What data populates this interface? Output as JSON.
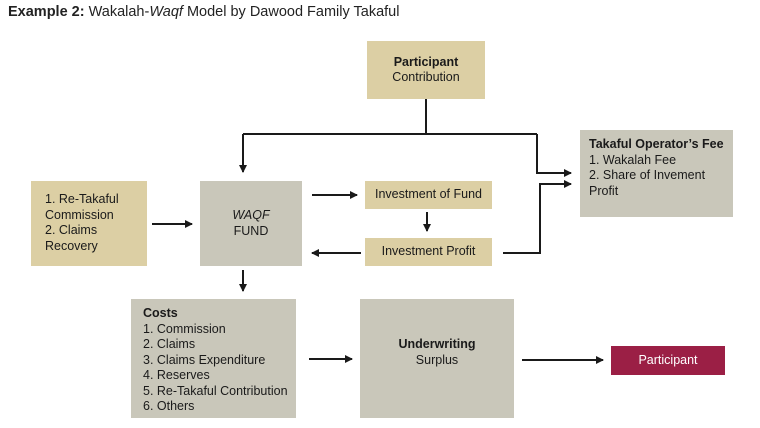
{
  "title": {
    "prefix": "Example 2:",
    "part1": "Wakalah-",
    "italic": "Waqf",
    "part2": " Model by Dawood Family Takaful"
  },
  "nodes": {
    "participant_contribution": {
      "line1": "Participant",
      "line2": "Contribution"
    },
    "takaful_fee": {
      "heading": "Takaful Operator’s Fee",
      "items": [
        "1. Wakalah Fee",
        "2. Share of Invement",
        "Profit"
      ]
    },
    "retakaful": {
      "lines": [
        "1. Re-Takaful",
        "Commission",
        "2. Claims",
        "Recovery"
      ]
    },
    "waqf_fund": {
      "line1": "WAQF",
      "line2": "FUND"
    },
    "investment_of_fund": "Investment of Fund",
    "investment_profit": "Investment Profit",
    "costs": {
      "heading": "Costs",
      "items": [
        "1. Commission",
        "2. Claims",
        "3. Claims Expenditure",
        "4. Reserves",
        "5. Re-Takaful Contribution",
        "6. Others"
      ]
    },
    "underwriting": {
      "line1": "Underwriting",
      "line2": "Surplus"
    },
    "participant": "Participant"
  },
  "colors": {
    "gold_box": "#dccfa4",
    "gray_box": "#c9c7ba",
    "participant_box": "#9b1f45",
    "arrow": "#1a1a1a"
  }
}
